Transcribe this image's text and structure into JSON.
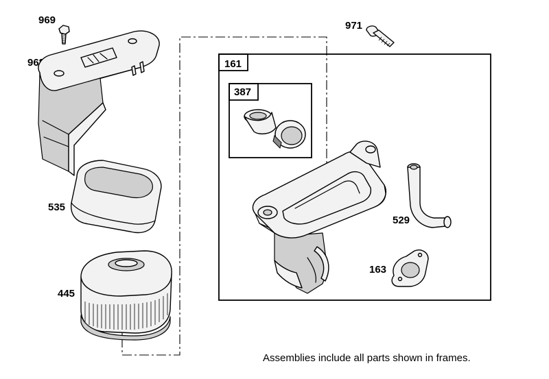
{
  "parts": {
    "p969": "969",
    "p968": "968",
    "p971": "971",
    "p161": "161",
    "p387": "387",
    "p535": "535",
    "p529": "529",
    "p163": "163",
    "p445": "445"
  },
  "note": "Assemblies include all parts shown in frames."
}
